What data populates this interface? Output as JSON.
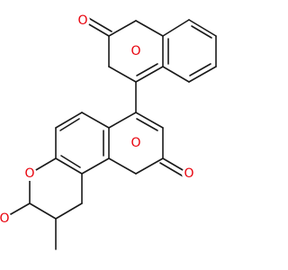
{
  "colors": {
    "background": "#ffffff",
    "bond": "#1a1a1a",
    "oxygen": "#e8000b"
  },
  "atoms": {
    "o_ring_top": "O",
    "o_carbonyl_top": "O",
    "o_ring_bottom": "O",
    "o_carbonyl_bottom": "O",
    "o_ether": "O",
    "o_ketone": "O"
  }
}
